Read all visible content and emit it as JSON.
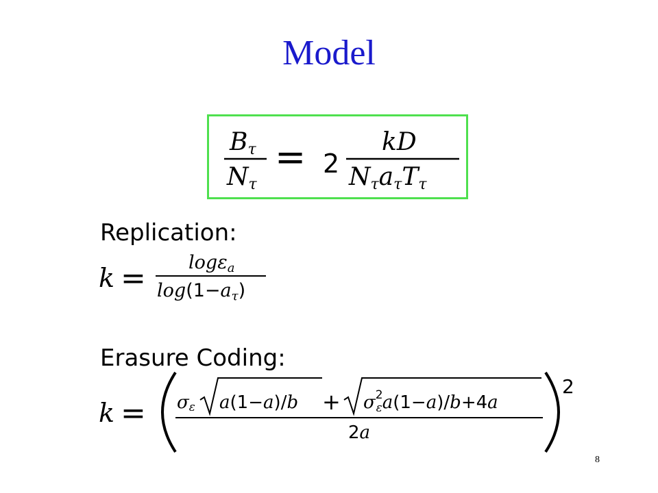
{
  "slide": {
    "title": "Model",
    "page_number": "8",
    "colors": {
      "title": "#1a1acc",
      "box_border": "#4ee04e",
      "text": "#000000"
    }
  },
  "main_equation": {
    "lhs_num": "B",
    "lhs_num_sub": "τ",
    "lhs_den": "N",
    "lhs_den_sub": "τ",
    "equals": "=",
    "coefficient": "2",
    "rhs_num": "kD",
    "rhs_den_1": "N",
    "rhs_den_1_sub": "τ",
    "rhs_den_2": "a",
    "rhs_den_2_sub": "τ",
    "rhs_den_3": "T",
    "rhs_den_3_sub": "τ"
  },
  "replication": {
    "label": "Replication:",
    "lhs": "k",
    "equals": "=",
    "num_log": "log",
    "num_eps": "ε",
    "num_sub": "a",
    "den_log": "log",
    "den_open": "(",
    "den_one": "1",
    "den_minus": "−",
    "den_a": "a",
    "den_sub": "τ",
    "den_close": ")"
  },
  "erasure": {
    "label": "Erasure Coding:",
    "lhs": "k",
    "equals": "=",
    "sigma": "σ",
    "sigma_sub": "ε",
    "root1_a": "a",
    "root1_open": "(",
    "root1_one": "1",
    "root1_minus": "−",
    "root1_a2": "a",
    "root1_close": ")",
    "root1_slash": "/",
    "root1_b": "b",
    "plus": "+",
    "root2_sigma": "σ",
    "root2_sigma_sup": "2",
    "root2_sigma_sub": "ε",
    "root2_a": "a",
    "root2_open": "(",
    "root2_one": "1",
    "root2_minus": "−",
    "root2_a2": "a",
    "root2_close": ")",
    "root2_slash": "/",
    "root2_b": "b",
    "root2_plus": "+",
    "root2_four": "4",
    "root2_a3": "a",
    "den_two": "2",
    "den_a": "a",
    "power": "2"
  }
}
